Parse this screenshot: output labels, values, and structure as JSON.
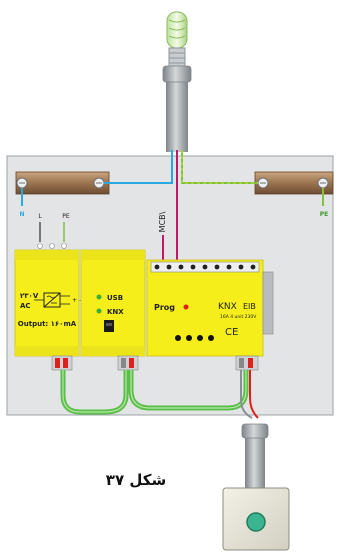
{
  "figure": {
    "caption": "شکل ۳۷",
    "neutral_label": "N",
    "pe_label": "PE",
    "mcb_label": "MCB\\"
  },
  "psu": {
    "terminal_l": "L",
    "terminal_pe": "PE",
    "voltage_label": "۲۳۰V",
    "ac_label": "AC",
    "output_label": "Output: ۱۶۰mA",
    "plus_minus": "+ −"
  },
  "usb_module": {
    "usb_label": "USB",
    "knx_label": "KNX"
  },
  "actuator": {
    "prog_label": "Prog",
    "brand_label": "KNX",
    "brand_suffix": "EIB",
    "spec_label": "16A  4 unit  230V",
    "ce_label": "CE"
  },
  "colors": {
    "panel": "#e3e4e5",
    "rail": "#a07a52",
    "module": "#f5ee1a",
    "wire_blue": "#2aa8e0",
    "wire_magenta": "#c2186a",
    "wire_green": "#5abf4a",
    "cable_gray": "#9aa0a4",
    "led_green": "#38b03a",
    "led_red": "#e01c1c"
  }
}
